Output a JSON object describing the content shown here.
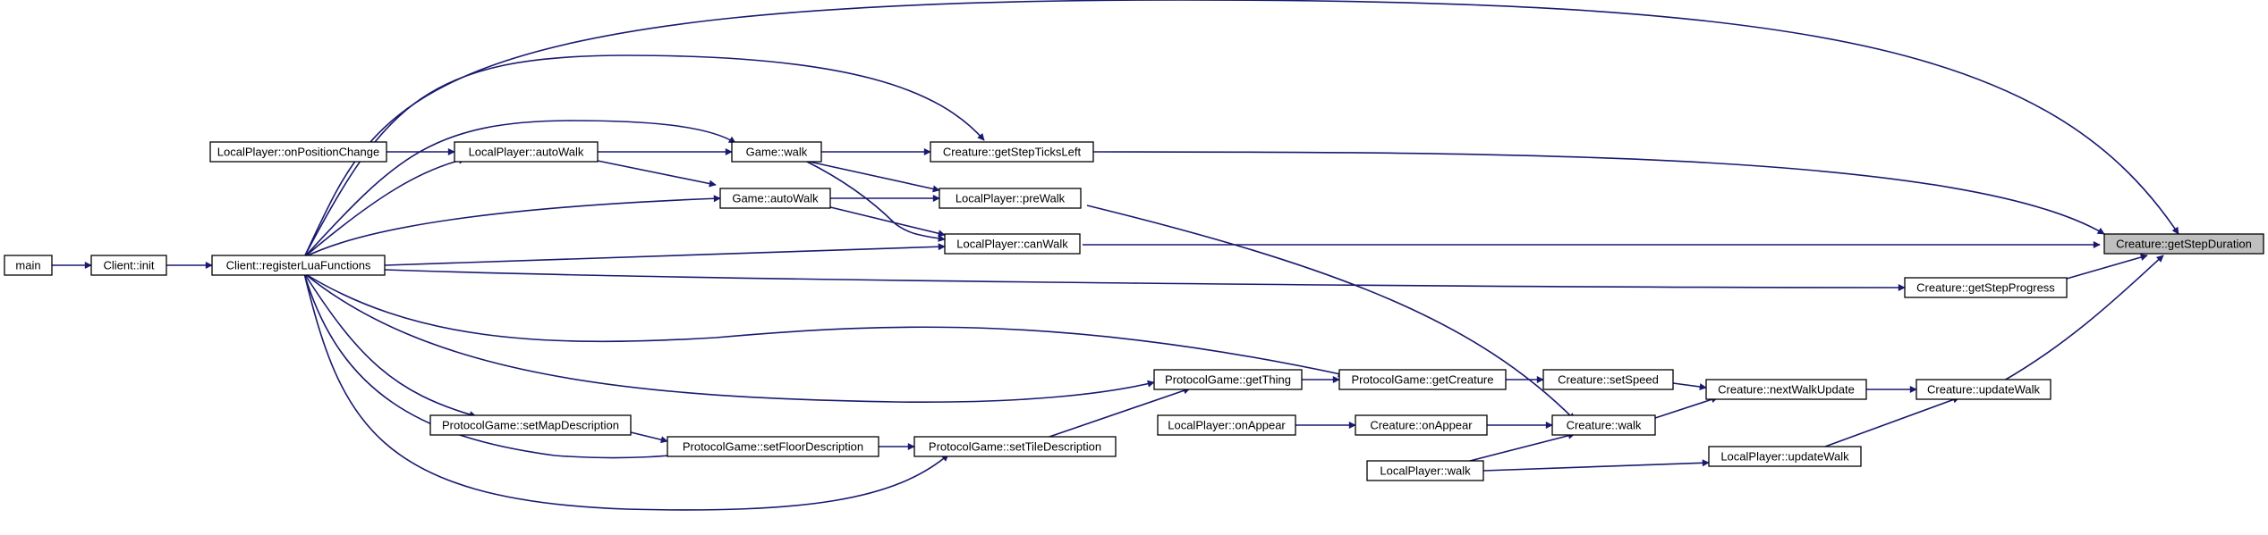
{
  "graph": {
    "nodes": {
      "main": "main",
      "client_init": "Client::init",
      "client_register": "Client::registerLuaFunctions",
      "lp_onpositionchange": "LocalPlayer::onPositionChange",
      "lp_autowalk": "LocalPlayer::autoWalk",
      "game_walk": "Game::walk",
      "game_autowalk": "Game::autoWalk",
      "cr_getstepticksleft": "Creature::getStepTicksLeft",
      "lp_prewalk": "LocalPlayer::preWalk",
      "lp_canwalk": "LocalPlayer::canWalk",
      "cr_getstepduration": "Creature::getStepDuration",
      "cr_getstepprogress": "Creature::getStepProgress",
      "pg_getcreature": "ProtocolGame::getCreature",
      "pg_getthing": "ProtocolGame::getThing",
      "cr_setspeed": "Creature::setSpeed",
      "cr_nextwalkupdate": "Creature::nextWalkUpdate",
      "cr_updatewalk": "Creature::updateWalk",
      "lp_onappear": "LocalPlayer::onAppear",
      "cr_onappear": "Creature::onAppear",
      "cr_walk": "Creature::walk",
      "pg_setmapdescription": "ProtocolGame::setMapDescription",
      "pg_setfloordescription": "ProtocolGame::setFloorDescription",
      "pg_settiledescription": "ProtocolGame::setTileDescription",
      "lp_walk": "LocalPlayer::walk",
      "lp_updatewalk": "LocalPlayer::updateWalk"
    },
    "highlighted": "cr_getstepduration",
    "edge_color": "#191970",
    "highlight_fill": "#bfbfbf"
  }
}
